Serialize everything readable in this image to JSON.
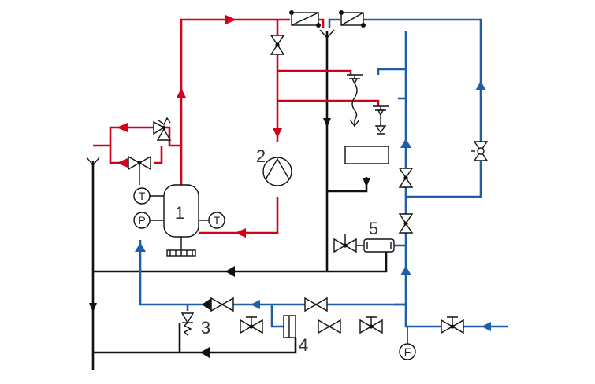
{
  "components": {
    "c1": "1",
    "c2": "2",
    "c3": "3",
    "c4": "4",
    "c5": "5"
  },
  "gauges": {
    "t_upper": "T",
    "p": "P",
    "t_right": "T",
    "f": "F"
  },
  "colors": {
    "hot_water": "#d0021b",
    "cold_water": "#1f5ea8",
    "drain": "#111111"
  }
}
